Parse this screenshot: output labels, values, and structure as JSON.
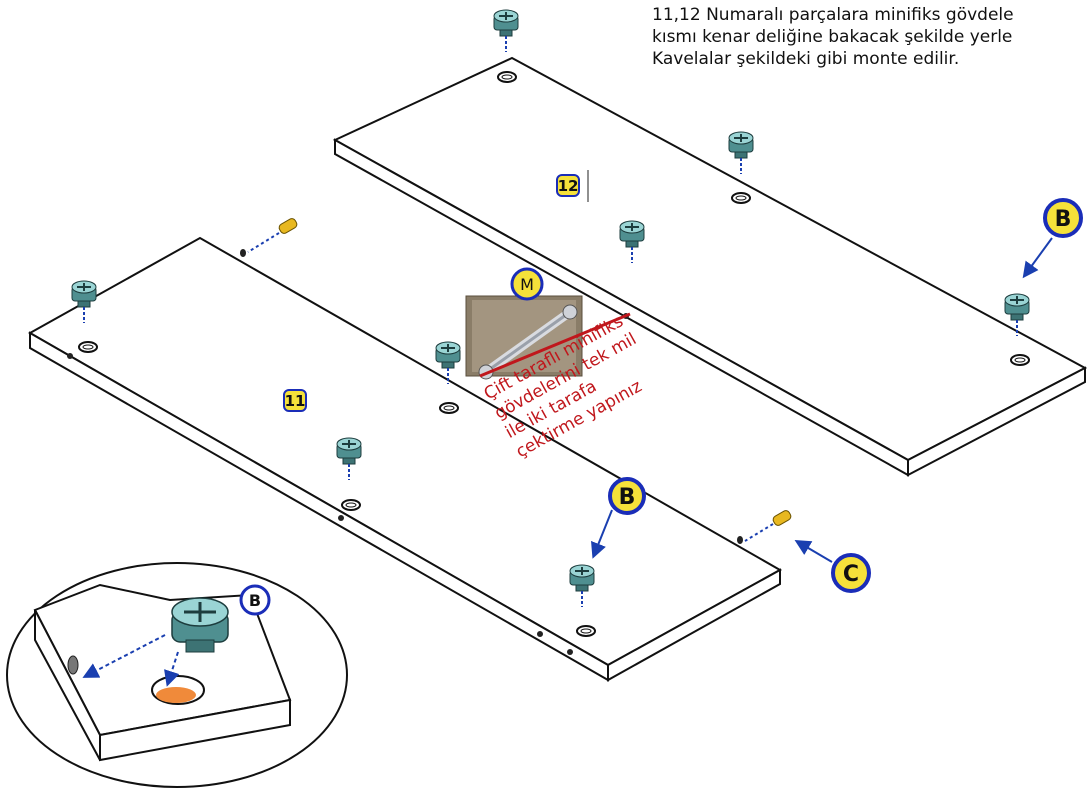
{
  "instructions": {
    "line1": "11,12 Numaralı parçalara minifiks gövdele",
    "line2": "kısmı kenar deliğine bakacak şekilde yerle",
    "line3": "Kavelalar şekildeki gibi monte edilir."
  },
  "parts": {
    "panel_11": "11",
    "panel_12": "12"
  },
  "callouts": {
    "b": "B",
    "c": "C",
    "m": "M"
  },
  "note": {
    "line1": "Çift taraflı minifiks",
    "line2": "gövdelerini tek mil",
    "line3": "ile iki tarafa",
    "line4": "çektirme yapınız"
  },
  "colors": {
    "cam_body": "#7cbfc0",
    "dowel": "#e8b820",
    "callout_fill": "#f5e13a",
    "callout_ring": "#1a2db8",
    "arrow": "#1a3fb0",
    "note_red": "#c0171c",
    "hole_orange": "#f08a3a"
  }
}
